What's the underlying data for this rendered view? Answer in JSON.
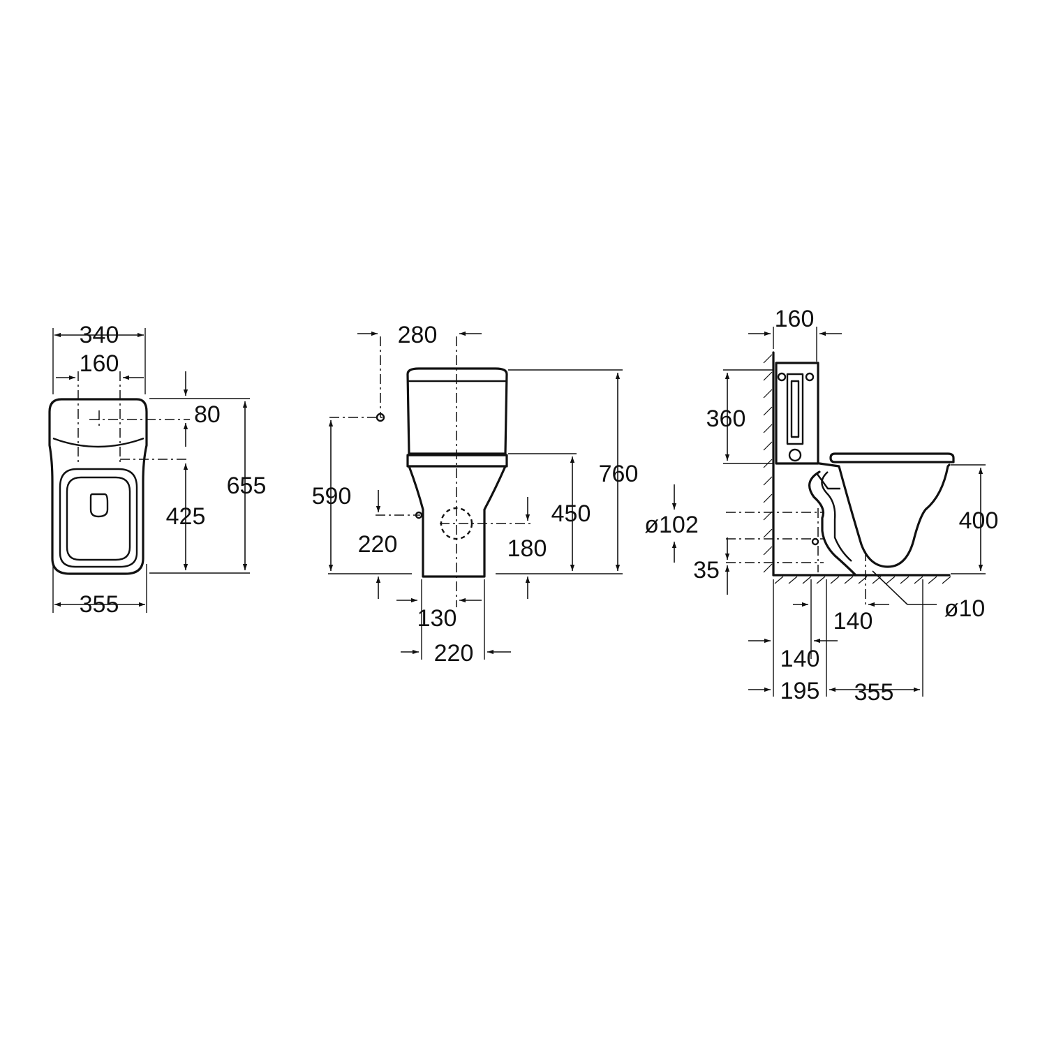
{
  "colors": {
    "ink": "#111111",
    "background": "#ffffff"
  },
  "views": {
    "top": {
      "overall_width": "340",
      "inlet_spacing": "160",
      "tank_offset": "80",
      "bowl_length": "425",
      "overall_length": "655",
      "base_width": "355"
    },
    "front": {
      "wall_to_inlet": "280",
      "inlet_height": "590",
      "total_height": "760",
      "seat_height": "450",
      "left_fix_height": "220",
      "right_fix_height": "180",
      "fix_offset": "130",
      "base_width": "220"
    },
    "side": {
      "tank_depth": "160",
      "tank_height": "360",
      "bowl_height": "400",
      "outlet_diameter": "ø102",
      "outlet_floor_gap": "35",
      "fixing_hole": "ø10",
      "fix_spacing_a": "140",
      "fix_spacing_b": "140",
      "wall_to_outlet": "195",
      "bowl_projection": "355"
    }
  }
}
